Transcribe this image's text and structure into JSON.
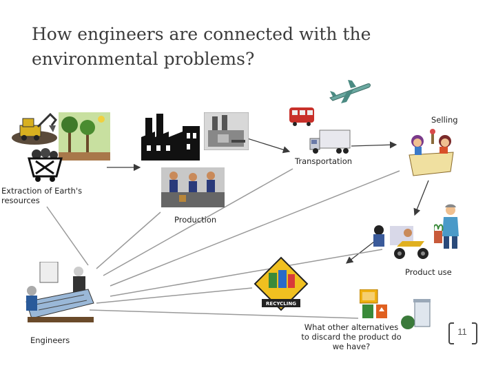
{
  "slide": {
    "title": "How engineers are connected with the environmental problems?",
    "page_number": "11"
  },
  "stages": {
    "extraction": "Extraction of Earth's resources",
    "production": "Production",
    "transportation": "Transportation",
    "selling": "Selling",
    "product_use": "Product use",
    "alternatives": "What other alternatives to discard the product do we have?",
    "engineers": "Engineers"
  },
  "icons": {
    "excavator": "excavator-icon",
    "forest": "forest-icon",
    "mine_cart": "mine-cart-icon",
    "factory": "factory-icon",
    "industrial_plant": "industrial-plant-icon",
    "workers": "factory-workers-icon",
    "train": "train-icon",
    "airplane": "airplane-icon",
    "truck": "truck-icon",
    "shop": "shop-sellers-icon",
    "gardener": "gardener-icon",
    "motorcycle": "motorcycle-courier-icon",
    "recycling": "recycling-sign-icon",
    "sorting": "waste-sorting-icon",
    "trash": "trash-bin-icon",
    "engineers_meeting": "engineers-meeting-icon"
  },
  "colors": {
    "line": "#999999",
    "arrow": "#3a3a3a",
    "title": "#3b3b3b"
  }
}
